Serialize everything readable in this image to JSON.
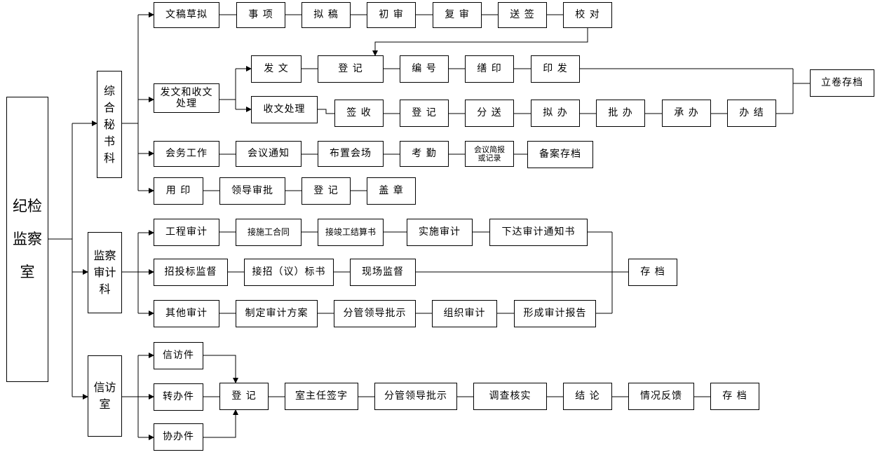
{
  "root": "纪检监察室",
  "departments": {
    "secretary": "综合秘书科",
    "audit": "监察审计科",
    "visit": "信访室"
  },
  "secretary": {
    "drafting": [
      "文稿草拟",
      "事 项",
      "拟 稿",
      "初 审",
      "复 审",
      "送 签",
      "校 对"
    ],
    "dispatch_label": "发文和收文处理",
    "send": [
      "发 文",
      "登 记",
      "编 号",
      "缮 印",
      "印 发"
    ],
    "receive": [
      "收文处理",
      "签 收",
      "登 记",
      "分 送",
      "拟 办",
      "批 办",
      "承 办",
      "办 结"
    ],
    "archive": "立卷存档",
    "meeting": [
      "会务工作",
      "会议通知",
      "布置会场",
      "考 勤",
      "会议简报或记录",
      "备案存档"
    ],
    "seal": [
      "用 印",
      "领导审批",
      "登 记",
      "盖 章"
    ]
  },
  "audit": {
    "project": [
      "工程审计",
      "接施工合同",
      "接竣工结算书",
      "实施审计",
      "下达审计通知书"
    ],
    "tender": [
      "招投标监督",
      "接招（议）标书",
      "现场监督"
    ],
    "other": [
      "其他审计",
      "制定审计方案",
      "分管领导批示",
      "组织审计",
      "形成审计报告"
    ],
    "archive": "存 档"
  },
  "visit": {
    "inputs": [
      "信访件",
      "转办件",
      "协办件"
    ],
    "flow": [
      "登 记",
      "室主任签字",
      "分管领导批示",
      "调查核实",
      "结 论",
      "情况反馈",
      "存 档"
    ]
  }
}
